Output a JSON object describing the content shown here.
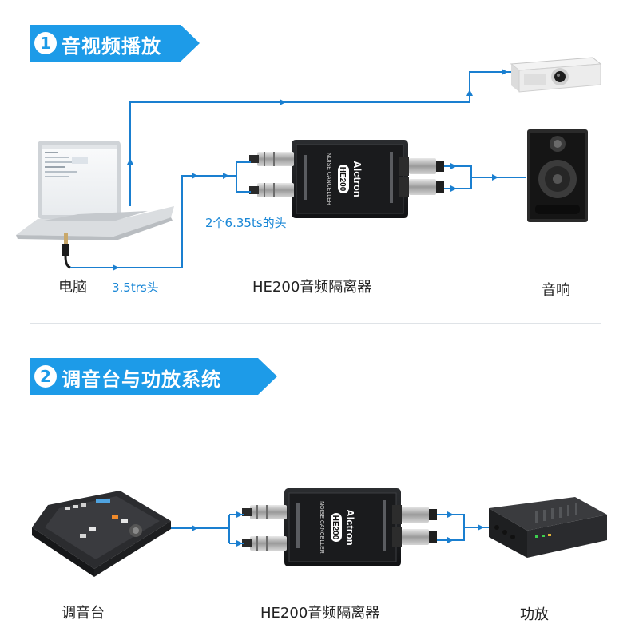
{
  "section1": {
    "num": "1",
    "title": "音视频播放",
    "labels": {
      "computer": "电脑",
      "cable_35": "3.5trs头",
      "cable_635": "2个6.35ts的头",
      "device": "HE200音频隔离器",
      "speaker": "音响"
    }
  },
  "section2": {
    "num": "2",
    "title": "调音台与功放系统",
    "labels": {
      "mixer": "调音台",
      "device": "HE200音频隔离器",
      "amplifier": "功放"
    }
  },
  "device_print": {
    "brand": "Alctron",
    "model": "HE200",
    "subtitle": "NOISE CANCELLER"
  },
  "colors": {
    "accent": "#1d9be8",
    "line": "#1a7fd0"
  }
}
